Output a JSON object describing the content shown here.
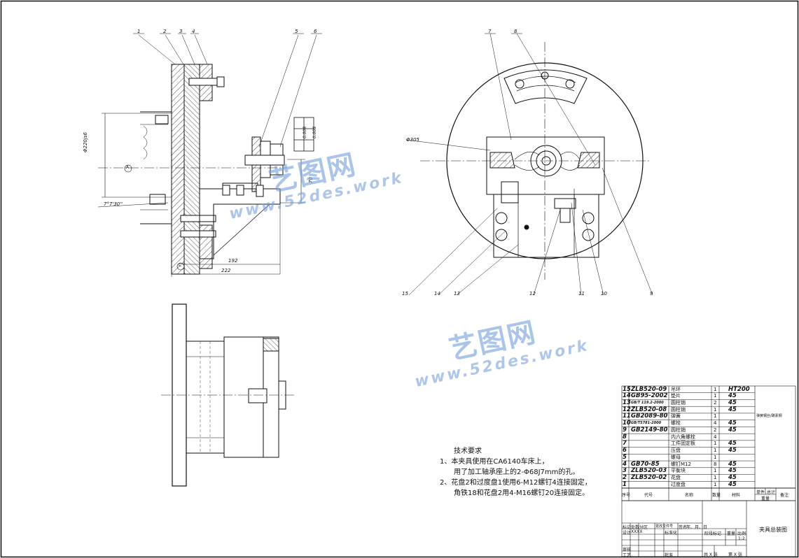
{
  "watermark": {
    "cn": "艺图网",
    "en": "www.52des.work"
  },
  "callouts_left": [
    "1",
    "2",
    "3",
    "4",
    "5",
    "6"
  ],
  "callouts_right_top": [
    "7",
    "8"
  ],
  "callouts_right_bottom": [
    "15",
    "14",
    "13",
    "12",
    "11",
    "10",
    "9"
  ],
  "dimensions": {
    "dia_bore": "Φ220js6",
    "h_len1": "192",
    "h_len2": "222",
    "v_len": "70",
    "angle": "7°7'30''",
    "dia_outer": "Φ305",
    "tol1": "0.008",
    "tol2": "0.008",
    "datum_a": "A",
    "datum_c": "C"
  },
  "notes": {
    "title": "技术要求",
    "line1": "1、本夹具使用在CA6140车床上，",
    "line2": "用了加工轴承座上的2-Φ68J7mm的孔。",
    "line3": "2、花盘2和过度盘1使用6-M12螺钉4连接固定，",
    "line4": "角铁18和花盘2用4-M16螺钉20连接固定。"
  },
  "bom": {
    "rows": [
      {
        "no": "15",
        "code": "ZLB520-09",
        "name": "吊环",
        "qty": "1",
        "mat": "HT200",
        "note": ""
      },
      {
        "no": "14",
        "code": "GB95-2002",
        "name": "垫片",
        "qty": "1",
        "mat": "45",
        "note": ""
      },
      {
        "no": "13",
        "code": "GB/T 119.2-2000",
        "name": "圆柱销",
        "qty": "2",
        "mat": "45",
        "note": ""
      },
      {
        "no": "12",
        "code": "ZLB520-08",
        "name": "圆柱销",
        "qty": "1",
        "mat": "45",
        "note": ""
      },
      {
        "no": "11",
        "code": "GB2089-80",
        "name": "弹簧",
        "qty": "1",
        "mat": "",
        "note": "弹簧钢丝/碳素钢"
      },
      {
        "no": "10",
        "code": "GB/T5781-2000",
        "name": "螺栓",
        "qty": "4",
        "mat": "45",
        "note": ""
      },
      {
        "no": "9",
        "code": "GB2149-80",
        "name": "圆柱销",
        "qty": "2",
        "mat": "45",
        "note": ""
      },
      {
        "no": "8",
        "code": "",
        "name": "内六角螺栓",
        "qty": "4",
        "mat": "",
        "note": ""
      },
      {
        "no": "7",
        "code": "",
        "name": "工件固定板",
        "qty": "1",
        "mat": "45",
        "note": ""
      },
      {
        "no": "6",
        "code": "",
        "name": "压盘",
        "qty": "1",
        "mat": "45",
        "note": ""
      },
      {
        "no": "5",
        "code": "",
        "name": "螺母",
        "qty": "1",
        "mat": "",
        "note": ""
      },
      {
        "no": "4",
        "code": "GB70-85",
        "name": "螺钉M12",
        "qty": "8",
        "mat": "45",
        "note": ""
      },
      {
        "no": "3",
        "code": "ZLB520-03",
        "name": "平衡块",
        "qty": "1",
        "mat": "45",
        "note": ""
      },
      {
        "no": "2",
        "code": "ZLB520-02",
        "name": "花盘",
        "qty": "1",
        "mat": "45",
        "note": ""
      },
      {
        "no": "1",
        "code": "",
        "name": "过度盘",
        "qty": "1",
        "mat": "45",
        "note": ""
      }
    ],
    "header": {
      "no": "序号",
      "code": "代号",
      "name": "名称",
      "qty": "数量",
      "mat": "材料",
      "unit_w": "单件",
      "total_w": "总计",
      "weight": "重量",
      "note": "备注"
    }
  },
  "titleblock": {
    "drawing_name": "夹具总装图",
    "scale_label": "比例",
    "scale": "1:2",
    "stage_label": "阶段标记",
    "weight_label": "重量",
    "mark_label": "标记",
    "count_label": "处数",
    "zone_label": "分区",
    "doc_label": "更改文件号",
    "sign_label": "签名",
    "date_label": "年、月、日",
    "design_label": "设计",
    "std_label": "标准化",
    "check_label": "审核",
    "process_label": "工艺",
    "approve_label": "批准",
    "sheets": "共 X 张",
    "sheet": "第 X 张",
    "designer": "XXXX"
  }
}
